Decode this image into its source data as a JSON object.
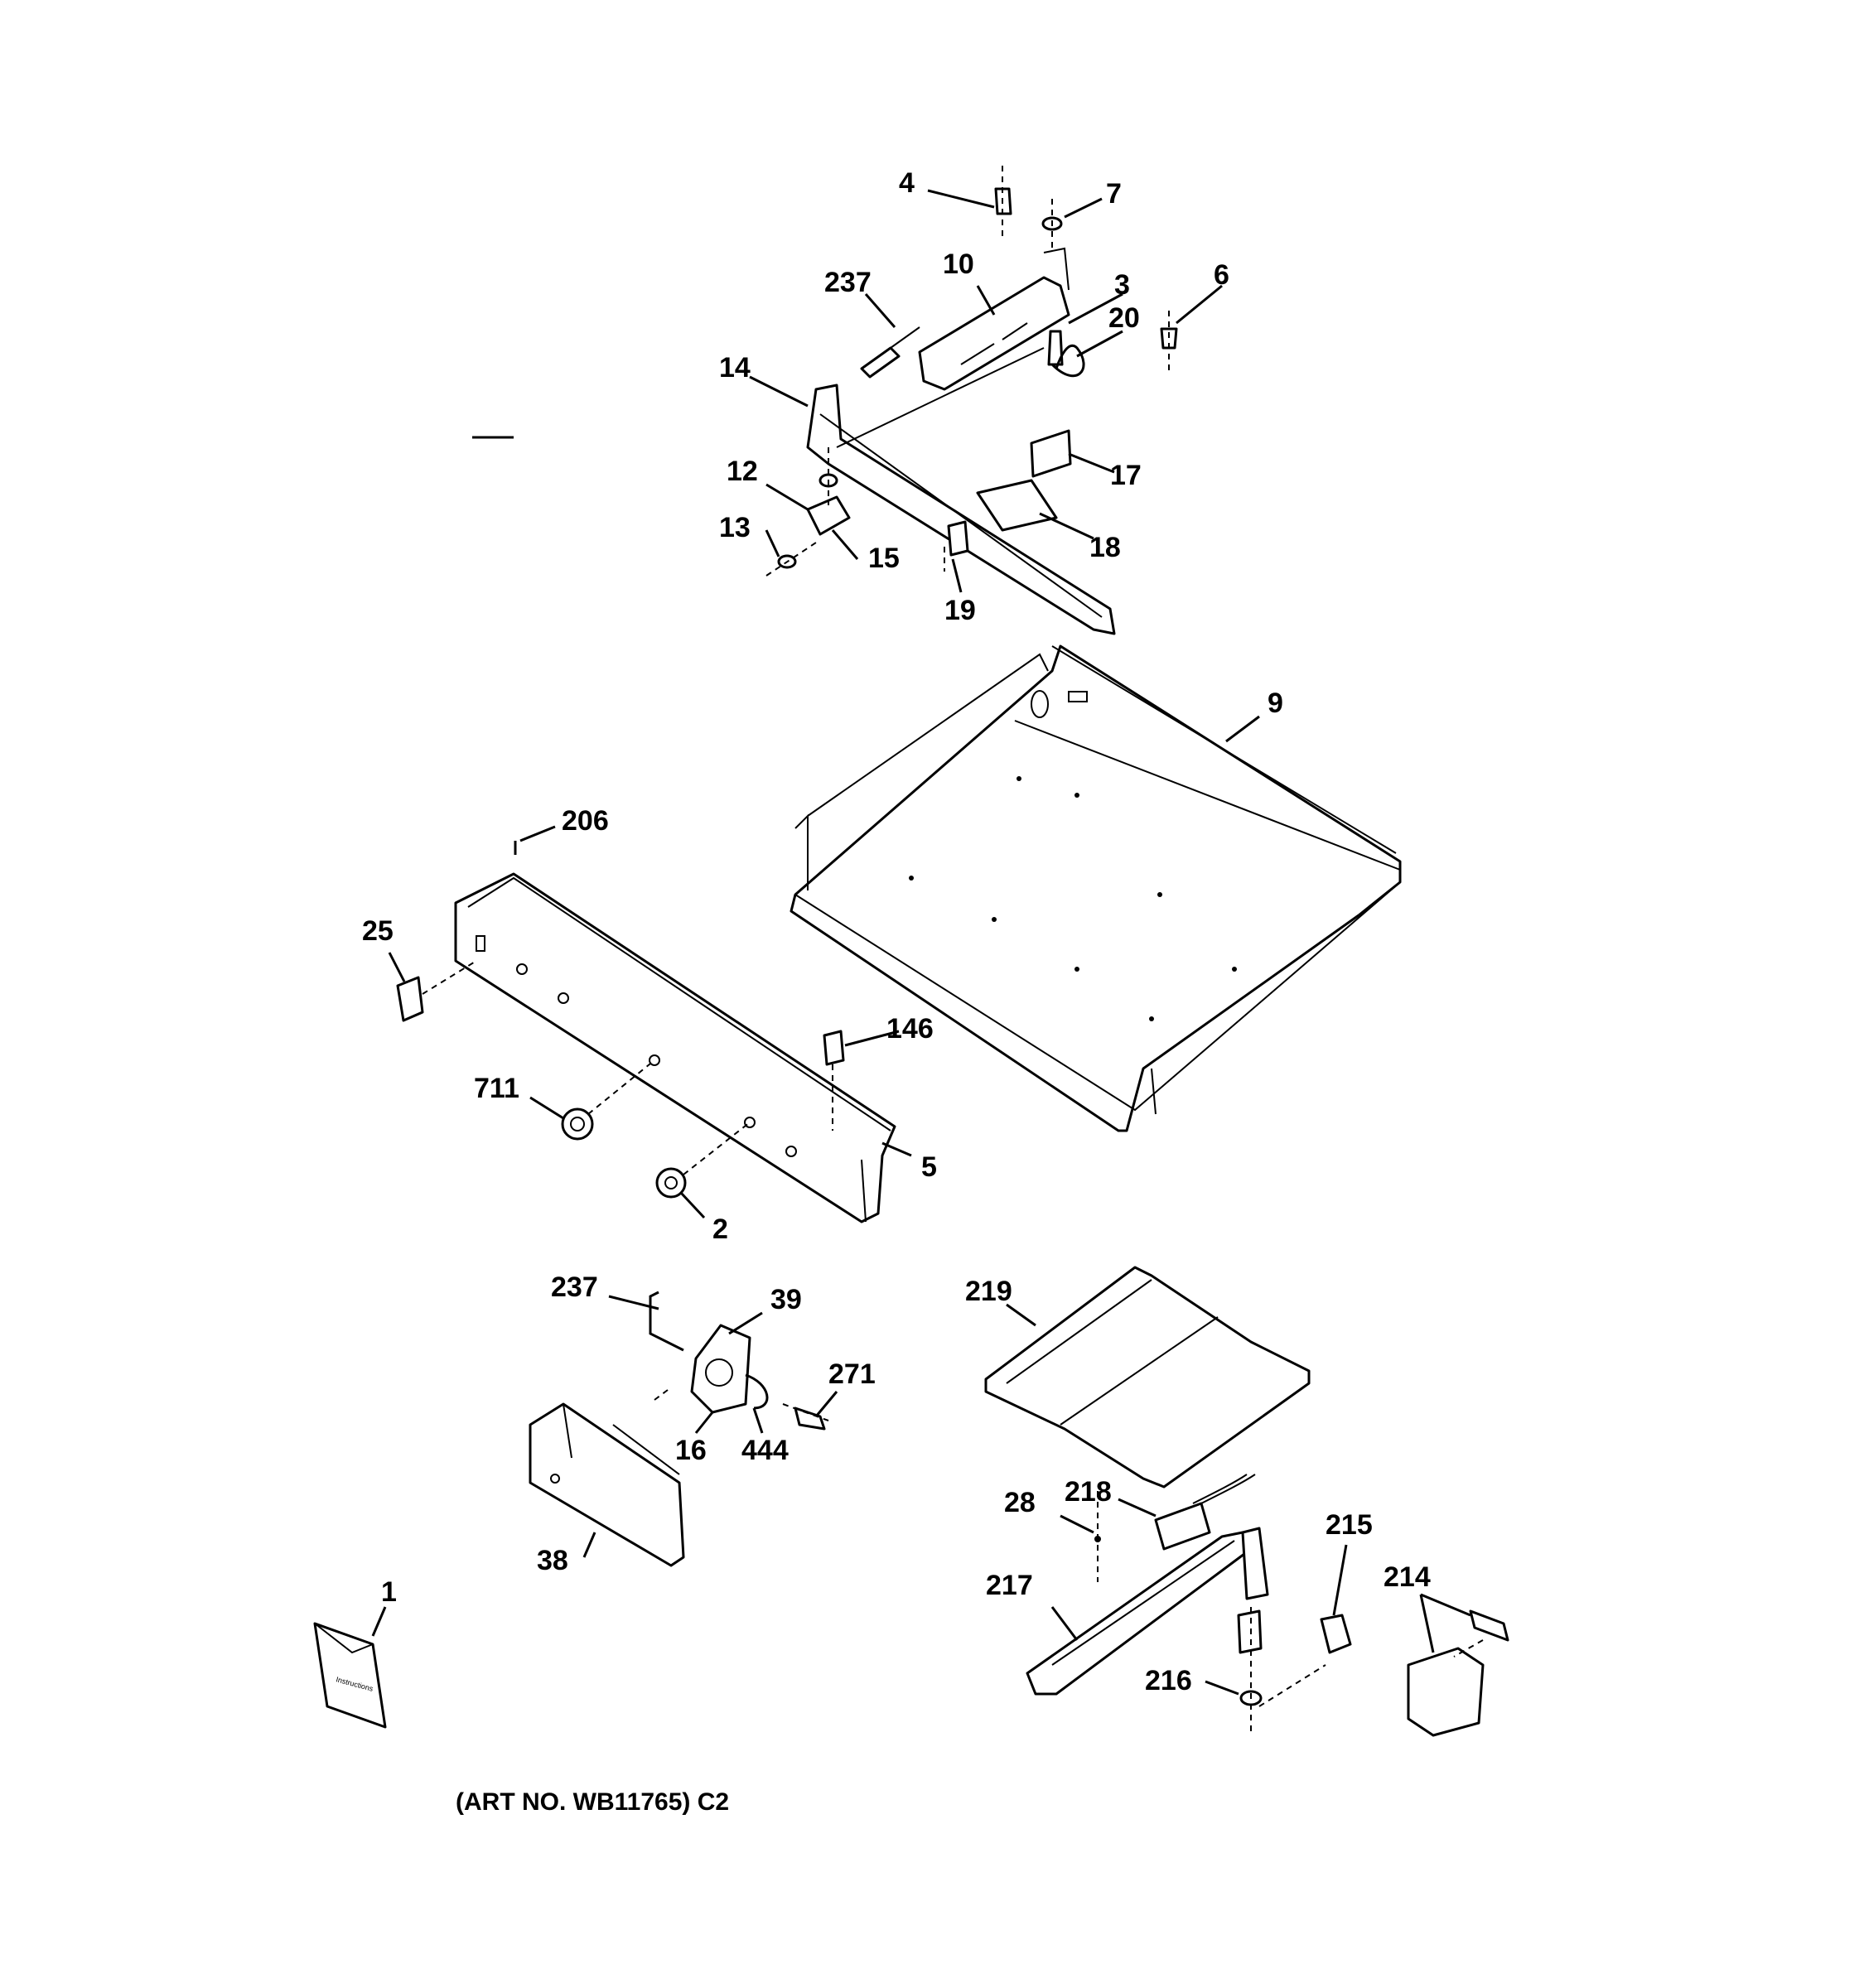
{
  "art_number": "(ART NO. WB11765) C2",
  "envelope_text": "Instructions",
  "callouts": {
    "c4": "4",
    "c7": "7",
    "c10": "10",
    "c237a": "237",
    "c3": "3",
    "c20": "20",
    "c6": "6",
    "c14": "14",
    "c17": "17",
    "c12": "12",
    "c18": "18",
    "c13": "13",
    "c15": "15",
    "c19": "19",
    "c9": "9",
    "c206": "206",
    "c25": "25",
    "c146": "146",
    "c711": "711",
    "c5": "5",
    "c2": "2",
    "c237b": "237",
    "c39": "39",
    "c271": "271",
    "c219": "219",
    "c16": "16",
    "c444": "444",
    "c38": "38",
    "c28": "28",
    "c218": "218",
    "c215": "215",
    "c217": "217",
    "c214": "214",
    "c1": "1",
    "c216": "216"
  }
}
